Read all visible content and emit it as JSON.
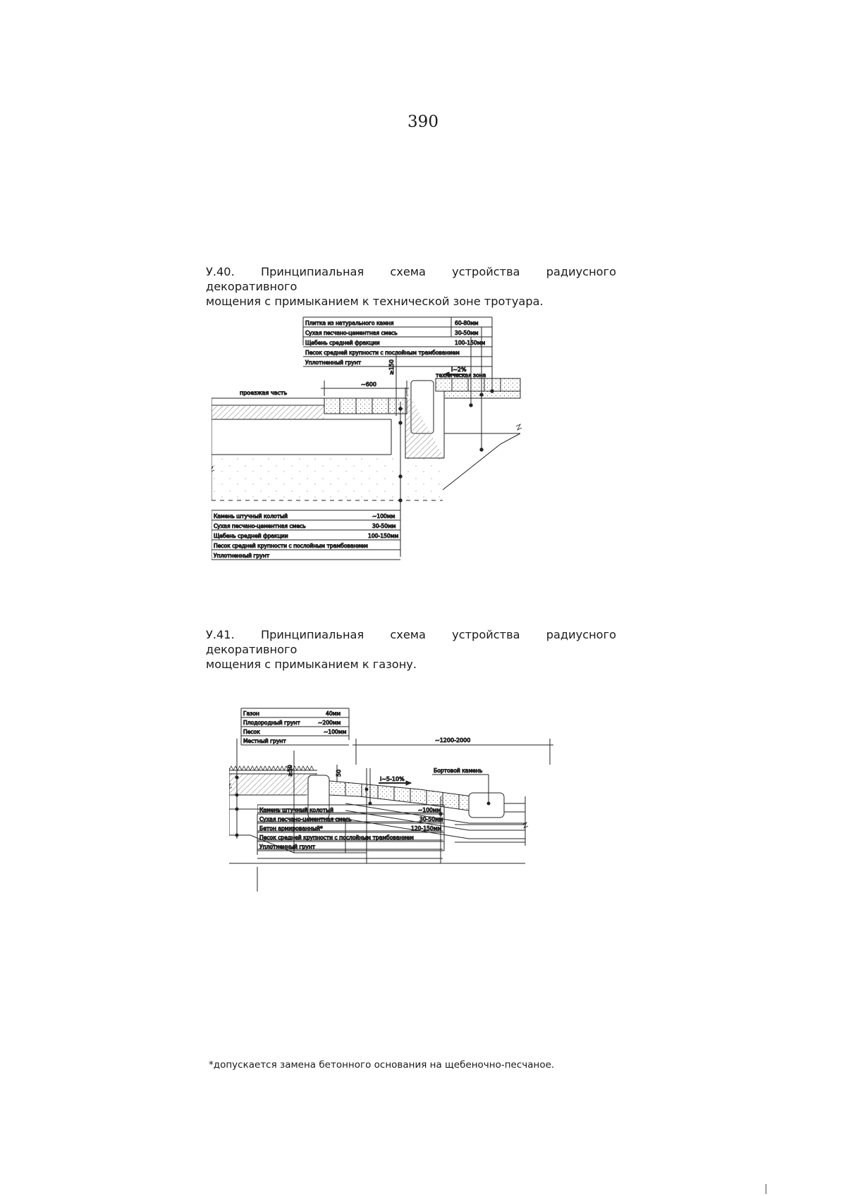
{
  "page": {
    "number": "390"
  },
  "figure1": {
    "caption_line1": "У.40. Принципиальная схема устройства радиусного декоративного",
    "caption_line2": "мощения с примыканием к технической зоне тротуара.",
    "top_layers": [
      {
        "name": "Плитка из натурального камня",
        "value": "60-80мм"
      },
      {
        "name": "Сухая песчано-цементная смесь",
        "value": "30-50мм"
      },
      {
        "name": "Щебень средней фракции",
        "value": "100-150мм"
      },
      {
        "name": "Песок средней крупности с послойным трамбованием",
        "value": ""
      },
      {
        "name": "Уплотненный грунт",
        "value": ""
      }
    ],
    "bottom_layers": [
      {
        "name": "Камень штучный колотый",
        "value": "~100мм"
      },
      {
        "name": "Сухая песчано-цементная смесь",
        "value": "30-50мм"
      },
      {
        "name": "Щебень средней фракции",
        "value": "100-150мм"
      },
      {
        "name": "Песок средней крупности с послойным трамбованием",
        "value": ""
      },
      {
        "name": "Уплотненный грунт",
        "value": ""
      }
    ],
    "label_roadway": "проезжая часть",
    "label_tech_zone": "техническая зона",
    "dim_width": "~600",
    "dim_height": "≥150",
    "slope": "i~2%"
  },
  "figure2": {
    "caption_line1": "У.41. Принципиальная схема устройства радиусного декоративного",
    "caption_line2": "мощения с примыканием к газону.",
    "top_layers": [
      {
        "name": "Газон",
        "value": "40мм"
      },
      {
        "name": "Плодородный грунт",
        "value": "~200мм"
      },
      {
        "name": "Песок",
        "value": "~100мм"
      },
      {
        "name": "Местный грунт",
        "value": ""
      }
    ],
    "bottom_layers": [
      {
        "name": "Камень штучный колотый",
        "value": "~100мм"
      },
      {
        "name": "Сухая песчано-цементная смесь",
        "value": "30-50мм"
      },
      {
        "name": "Бетон армированный*",
        "value": "120-150мм"
      },
      {
        "name": "Песок средней крупности с послойным трамбованием",
        "value": ""
      },
      {
        "name": "Уплотненный грунт",
        "value": ""
      }
    ],
    "label_curb": "Бортовой камень",
    "dim_width": "~1200-2000",
    "dim_height1": "≥50",
    "dim_height2": "50",
    "slope": "i~5-10%"
  },
  "footnote": "*допускается замена бетонного основания на щебеночно-песчаное."
}
